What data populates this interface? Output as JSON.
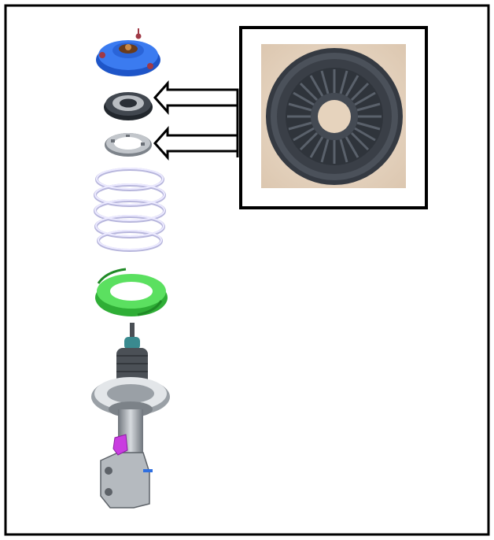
{
  "figure": {
    "components": [
      {
        "name": "top-mount",
        "color": "#2f6fe0"
      },
      {
        "name": "bearing",
        "color": "#2a2f36"
      },
      {
        "name": "spring-seat-upper",
        "color": "#8a8f95"
      },
      {
        "name": "coil-spring",
        "color": "#d7d6f3"
      },
      {
        "name": "lower-spring-seat",
        "color": "#4ad64f"
      },
      {
        "name": "strut-assembly",
        "color": "#9aa0a6"
      },
      {
        "name": "brake-hose-bracket",
        "color": "#c93ce0"
      }
    ],
    "callout": {
      "arrows": 2,
      "photo_subject": "strut-mount-bearing",
      "photo_bg": "#e8d6c2",
      "part_color": "#3b4048"
    },
    "colors": {
      "border": "#000000",
      "background": "#ffffff"
    }
  }
}
